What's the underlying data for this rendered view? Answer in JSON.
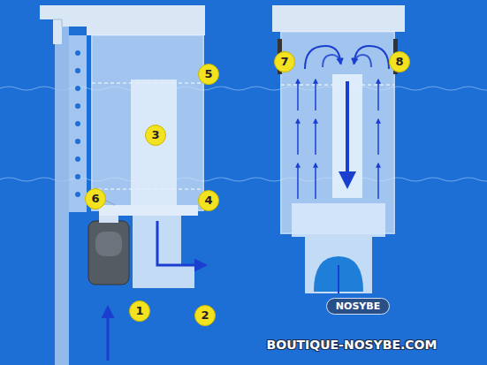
{
  "diagram": {
    "labels": [
      "1",
      "2",
      "3",
      "4",
      "5",
      "6",
      "7",
      "8",
      "NOSYBE",
      "BOUTIQUE-NOSYBE.COM"
    ]
  }
}
